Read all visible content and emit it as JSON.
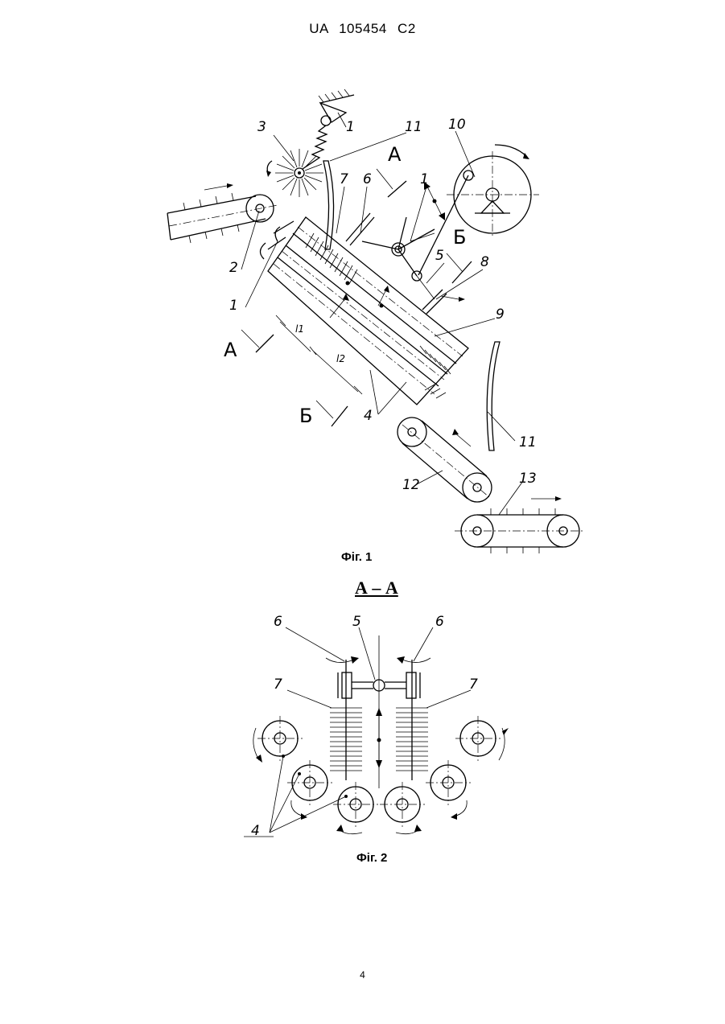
{
  "header": {
    "patent_number": "UA   105454   C2"
  },
  "figure1": {
    "caption": "Фіг. 1",
    "labels": {
      "l1_top": "1",
      "l3": "3",
      "l11_top": "11",
      "l10": "10",
      "l7": "7",
      "l6": "6",
      "l1_right": "1",
      "l2": "2",
      "l5": "5",
      "l8": "8",
      "l1_left": "1",
      "l9": "9",
      "l4": "4",
      "l11_bottom": "11",
      "l12": "12",
      "l13": "13",
      "dim_l1": "l1",
      "dim_l2": "l2"
    },
    "section_marks": {
      "a_top": "А",
      "a_left": "А",
      "b_top": "Б",
      "b_bottom": "Б"
    }
  },
  "figure2": {
    "section_title": "А – А",
    "caption": "Фіг. 2",
    "labels": {
      "l6_left": "6",
      "l5": "5",
      "l6_right": "6",
      "l7_left": "7",
      "l7_right": "7",
      "l4": "4"
    }
  },
  "footer": {
    "page_number": "4"
  }
}
